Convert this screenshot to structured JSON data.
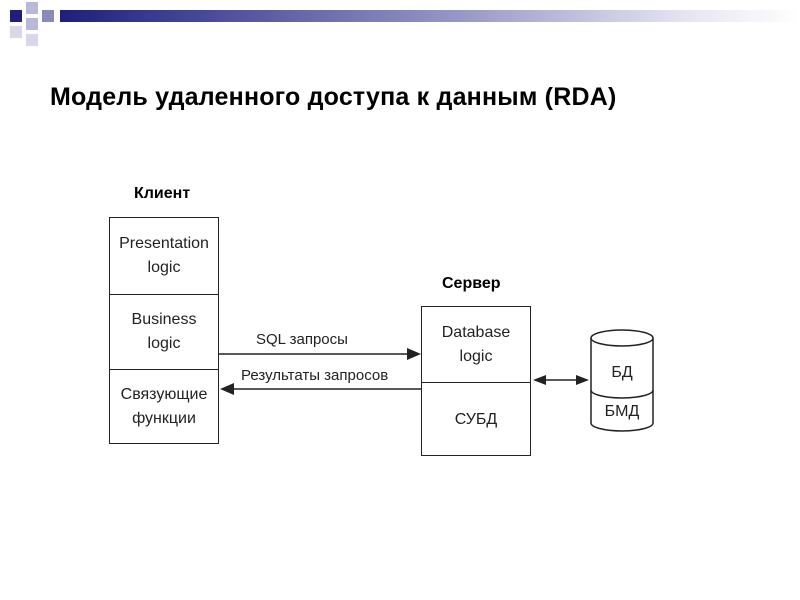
{
  "title": "Модель удаленного доступа к данным (RDA)",
  "client": {
    "heading": "Клиент",
    "layers": [
      "Presentation\nlogic",
      "Business\nlogic",
      "Связующие\nфункции"
    ]
  },
  "server": {
    "heading": "Сервер",
    "layers": [
      "Database\nlogic",
      "СУБД"
    ]
  },
  "arrows": {
    "request": "SQL запросы",
    "response": "Результаты запросов"
  },
  "database": {
    "top_label": "БД",
    "bottom_label": "БМД"
  },
  "colors": {
    "decoration_dark": "#1f1f7a",
    "decoration_light": "#9a9ac8",
    "line": "#222222"
  }
}
